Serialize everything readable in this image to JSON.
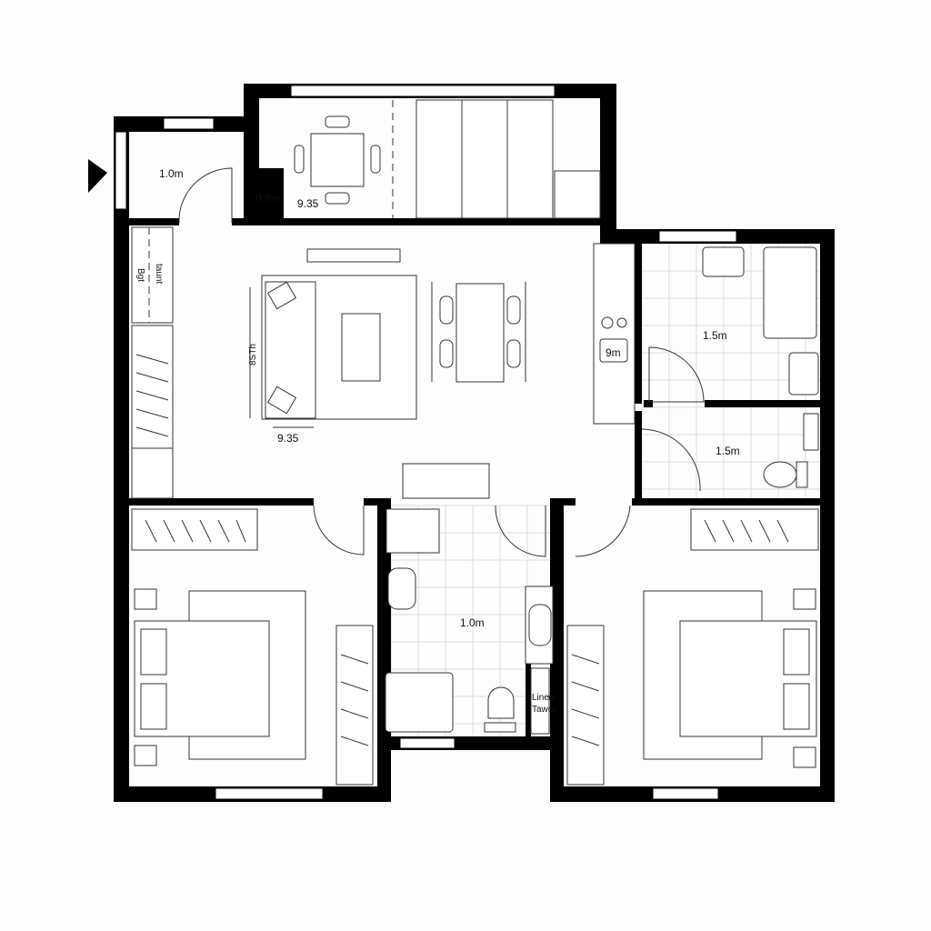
{
  "plan": {
    "labels": {
      "entry": "1.0m",
      "closet": "0.6m",
      "dining_top": "9.35",
      "living_height": "8STh",
      "living_width": "9.35",
      "kitchen_sink": "9m",
      "bath_upper": "1.5m",
      "bath_lower": "1.5m",
      "bath_center": "1.0m",
      "linen": "Linen",
      "linen2": "Tawer",
      "storage_a": "Bgt",
      "storage_b": "taunt"
    },
    "colors": {
      "wall": "#000000",
      "tile": "#dddddd",
      "line": "#333333"
    }
  }
}
